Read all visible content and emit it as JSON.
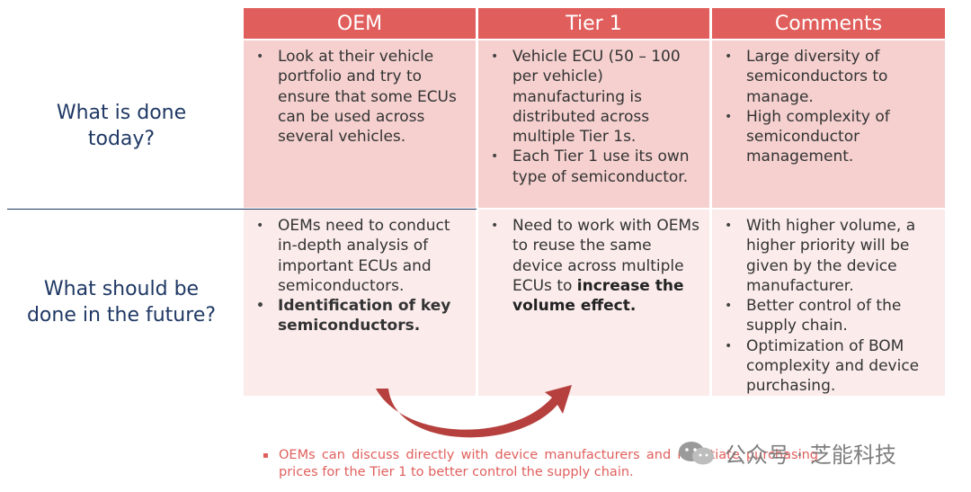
{
  "table": {
    "headers": [
      "OEM",
      "Tier 1",
      "Comments"
    ],
    "rows": [
      {
        "label": "What is done\ntoday?",
        "oem": [
          "Look at their vehicle portfolio and try to ensure that some ECUs can be used across several vehicles."
        ],
        "tier1": [
          "Vehicle ECU (50 – 100 per vehicle) manufacturing is distributed across multiple Tier 1s.",
          "Each Tier 1 use its own type of semiconductor."
        ],
        "comments": [
          "Large diversity of semiconductors to manage.",
          "High complexity of semiconductor management."
        ]
      },
      {
        "label": "What should be\ndone in the future?",
        "oem": [
          "OEMs need to conduct in-depth analysis of important ECUs and semiconductors.",
          "Identification of key semiconductors."
        ],
        "tier1_prefix": "Need to work with OEMs to reuse the same device across multiple ECUs to ",
        "tier1_bold": "increase the volume effect.",
        "comments": [
          "With higher volume, a higher priority will be given by the device manufacturer.",
          "Better control of the supply chain.",
          "Optimization of BOM complexity and device purchasing."
        ]
      }
    ]
  },
  "note": {
    "text": "OEMs can discuss directly with device manufacturers and negotiate purchasing prices for the Tier 1 to better control the supply chain."
  },
  "watermark": {
    "text": "公众号 · 芝能科技"
  },
  "colors": {
    "header": "#e05f5c",
    "row1": "#f5d0cf",
    "row2": "#fbebeb",
    "label": "#1f3864",
    "arrow": "#b5403d"
  }
}
